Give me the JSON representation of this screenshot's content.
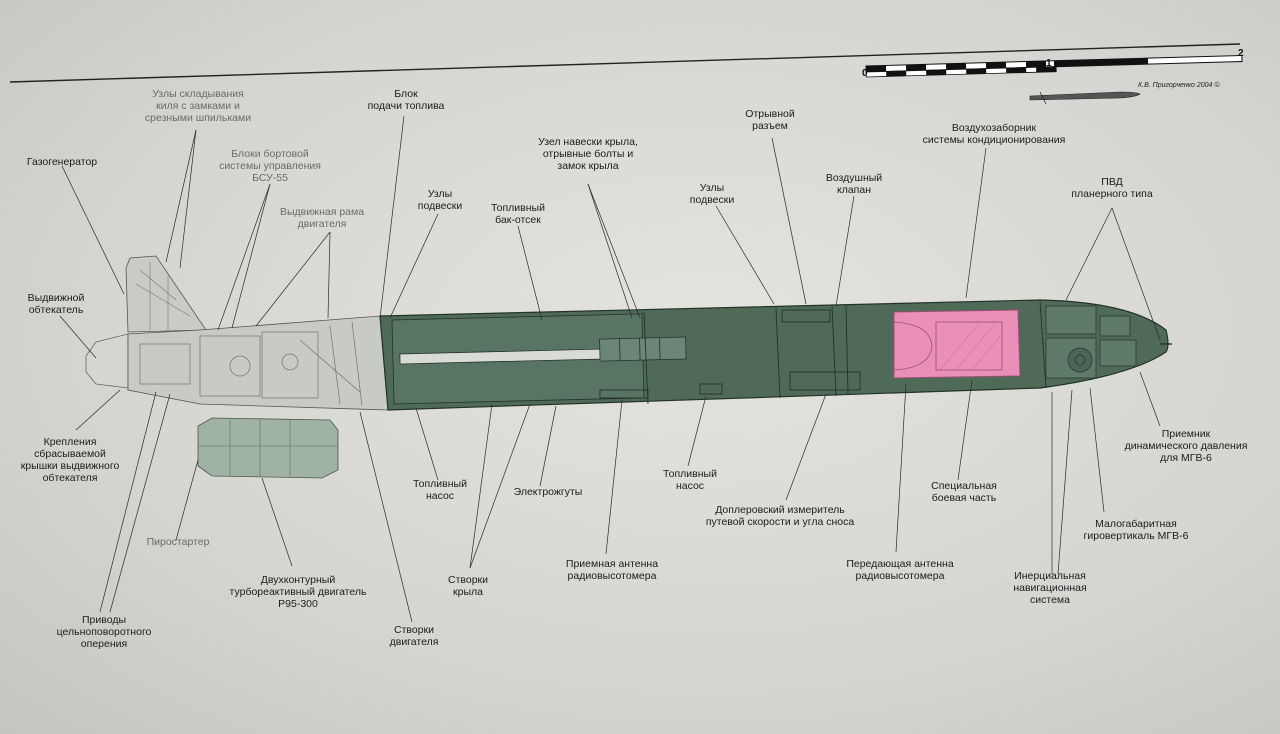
{
  "scale": {
    "ticks": [
      "0",
      "1",
      "2"
    ],
    "credit": "К.В. Пригорченко 2004 ©"
  },
  "colors": {
    "hull": "#4f6b58",
    "hull_dark": "#3b5445",
    "warhead_highlight": "#e98fb8",
    "ink": "#1c1c1c"
  },
  "labels": {
    "gas_generator": "Газогенератор",
    "wing_fold_nodes": "Узлы складывания\nкиля с замками и\nсрезными шпильками",
    "fuel_feed_block": "Блок\nподачи топлива",
    "onboard_control": "Блоки бортовой\nсистемы управления\nБСУ-55",
    "engine_frame": "Выдвижная рама\nдвигателя",
    "suspension_nodes_1": "Узлы\nподвески",
    "fuel_tank": "Топливный\nбак-отсек",
    "wing_mount_node": "Узел навески крыла,\nотрывные болты и\nзамок крыла",
    "breakaway_connector": "Отрывной\nразъем",
    "suspension_nodes_2": "Узлы\nподвески",
    "air_valve": "Воздушный\nклапан",
    "air_intakes": "Воздухозаборник\nсистемы кондиционирования",
    "pvd": "ПВД\nпланерного типа",
    "ext_fairing": "Выдвижной\nобтекатель",
    "fairing_cover_mounts": "Крепления\nсбрасываемой\nкрышки выдвижного\nобтекателя",
    "pyrostarter": "Пиростартер",
    "controls_drives": "Приводы\nцельноповоротного\nоперения",
    "turbojet_engine": "Двухконтурный\nтурбореактивный двигатель\nР95-300",
    "engine_flaps": "Створки\nдвигателя",
    "fuel_pump_1": "Топливный\nнасос",
    "wing_flaps": "Створки\nкрыла",
    "wire_harness": "Электрожгуты",
    "receive_antenna": "Приемная антенна\nрадиовысотомера",
    "fuel_pump_2": "Топливный\nнасос",
    "doppler": "Доплеровский измеритель\nпутевой скорости и угла сноса",
    "transmit_antenna": "Передающая антенна\nрадиовысотомера",
    "warhead": "Специальная\nбоевая часть",
    "ins": "Инерциальная\nнавигационная\nсистема",
    "gyro": "Малогабаритная\nгировертикаль МГВ-6",
    "dyn_pressure": "Приемник\nдинамического давления\nдля МГВ-6"
  }
}
